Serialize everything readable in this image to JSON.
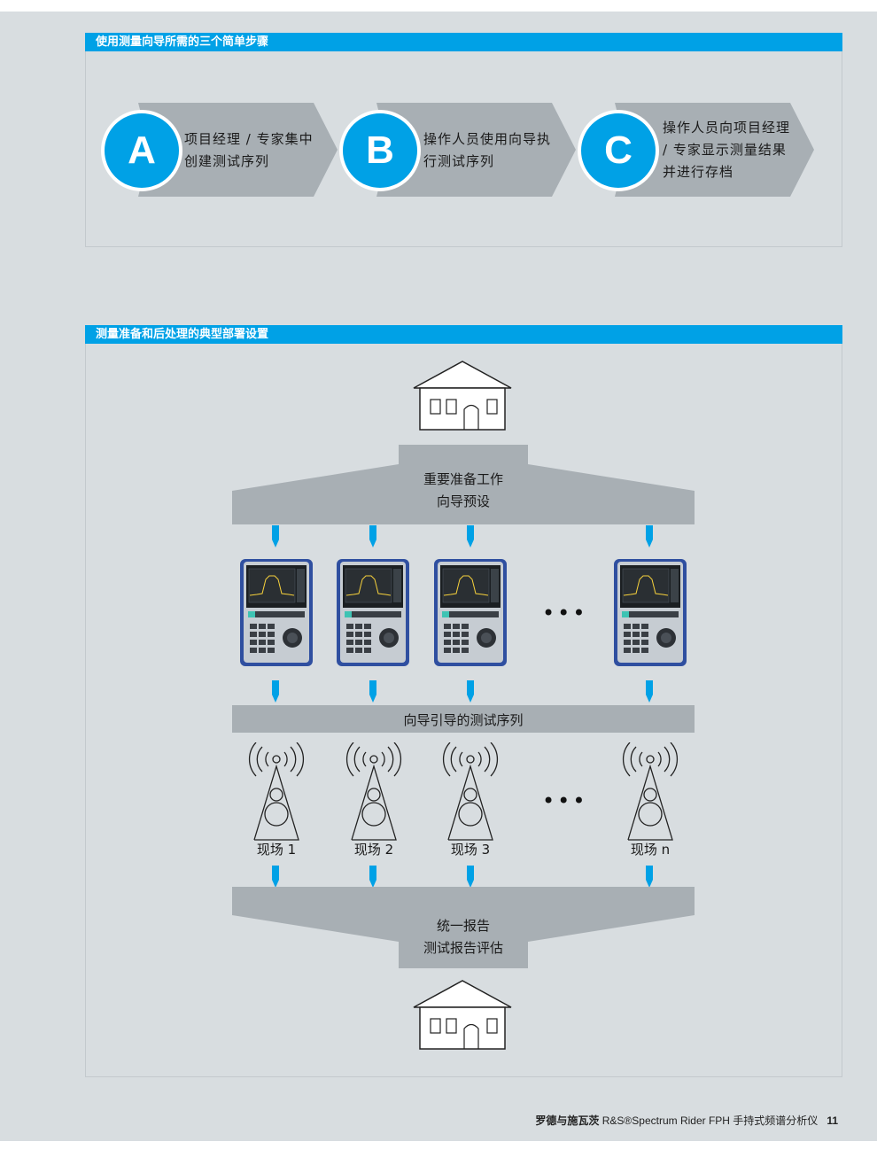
{
  "panel1": {
    "title": "使用测量向导所需的三个简单步骤",
    "steps": [
      {
        "letter": "A",
        "text_lines": [
          "项目经理 / 专家集中",
          "创建测试序列"
        ]
      },
      {
        "letter": "B",
        "text_lines": [
          "操作人员使用向导执",
          "行测试序列"
        ]
      },
      {
        "letter": "C",
        "text_lines": [
          "操作人员向项目经理",
          "/ 专家显示测量结果",
          "并进行存档"
        ]
      }
    ]
  },
  "panel2": {
    "title": "测量准备和后处理的典型部署设置",
    "top_box": {
      "line1": "重要准备工作",
      "line2": "向导预设"
    },
    "middle_bar": "向导引导的测试序列",
    "sites": [
      "现场 1",
      "现场 2",
      "现场 3",
      "现场 n"
    ],
    "ellipsis": "•••",
    "bottom_box": {
      "line1": "统一报告",
      "line2": "测试报告评估"
    }
  },
  "footer": {
    "brand": "罗德与施瓦茨",
    "product": "R&S®Spectrum Rider FPH 手持式频谱分析仪",
    "page_number": "11"
  },
  "colors": {
    "accent": "#00a1e6",
    "gray_shape": "#a8afb4",
    "background": "#d8dde0"
  },
  "icons": [
    "house-icon",
    "spectrum-analyzer-icon",
    "radio-tower-icon",
    "down-arrow-icon"
  ]
}
